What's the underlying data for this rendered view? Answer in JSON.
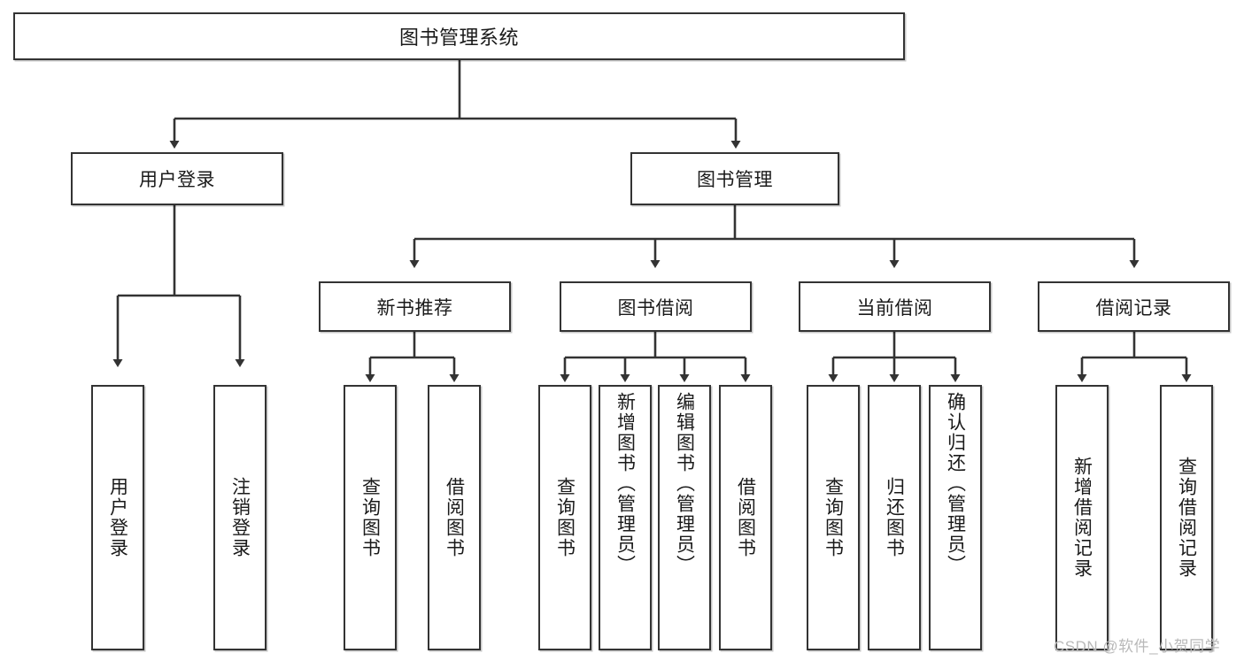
{
  "diagram": {
    "title": "图书管理系统",
    "type": "tree-hierarchy",
    "root": {
      "id": "root",
      "label": "图书管理系统"
    },
    "level2": [
      {
        "id": "user-login",
        "label": "用户登录"
      },
      {
        "id": "book-manage",
        "label": "图书管理"
      }
    ],
    "level3": [
      {
        "id": "new-book-rec",
        "label": "新书推荐"
      },
      {
        "id": "book-borrow",
        "label": "图书借阅"
      },
      {
        "id": "current-borrow",
        "label": "当前借阅"
      },
      {
        "id": "borrow-record",
        "label": "借阅记录"
      }
    ],
    "leaves": [
      {
        "id": "leaf-user-login",
        "label": "用户登录",
        "parent": "user-login"
      },
      {
        "id": "leaf-user-logout",
        "label": "注销登录",
        "parent": "user-login"
      },
      {
        "id": "leaf-query-book-1",
        "label": "查询图书",
        "parent": "new-book-rec"
      },
      {
        "id": "leaf-borrow-book-1",
        "label": "借阅图书",
        "parent": "new-book-rec"
      },
      {
        "id": "leaf-query-book-2",
        "label": "查询图书",
        "parent": "book-borrow"
      },
      {
        "id": "leaf-add-book",
        "label": "新增图书（管理员）",
        "parent": "book-borrow"
      },
      {
        "id": "leaf-edit-book",
        "label": "编辑图书（管理员）",
        "parent": "book-borrow"
      },
      {
        "id": "leaf-borrow-book-2",
        "label": "借阅图书",
        "parent": "book-borrow"
      },
      {
        "id": "leaf-query-book-3",
        "label": "查询图书",
        "parent": "current-borrow"
      },
      {
        "id": "leaf-return-book",
        "label": "归还图书",
        "parent": "current-borrow"
      },
      {
        "id": "leaf-confirm-return",
        "label": "确认归还（管理员）",
        "parent": "current-borrow"
      },
      {
        "id": "leaf-add-record",
        "label": "新增借阅记录",
        "parent": "borrow-record"
      },
      {
        "id": "leaf-query-record",
        "label": "查询借阅记录",
        "parent": "borrow-record"
      }
    ],
    "colors": {
      "box_border": "#333333",
      "box_fill": "#ffffff",
      "connector": "#333333",
      "text": "#1a1a1a",
      "watermark": "#b9b9b9"
    }
  },
  "watermark": {
    "text": "CSDN @软件_小贺同学"
  }
}
